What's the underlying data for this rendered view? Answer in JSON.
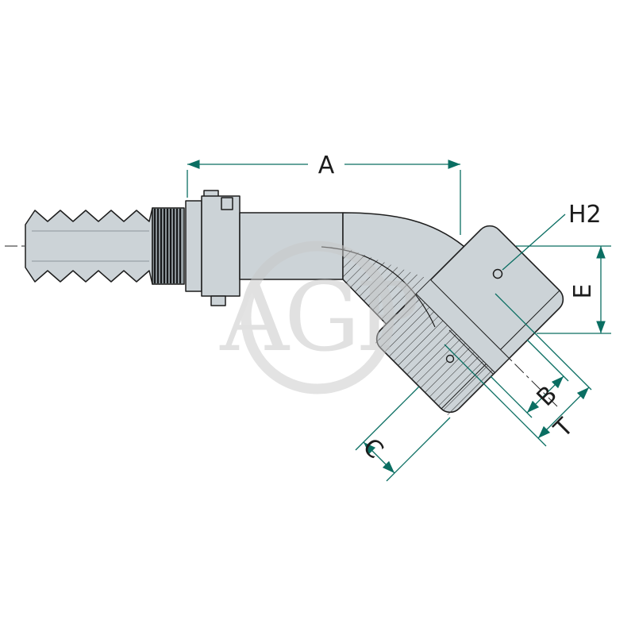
{
  "figure": {
    "type": "technical-drawing",
    "description": "45-degree hydraulic hose fitting with barbed hose shank, threaded collar and sectioned swivel nut, annotated with catalog dimensions",
    "labels": {
      "a": "A",
      "h2": "H2",
      "e": "E",
      "b": "B",
      "c": "C",
      "t": "T"
    },
    "watermark": "AGP",
    "colors": {
      "background": "#ffffff",
      "outline": "#1d1d1d",
      "body_fill": "#ccd3d7",
      "thread_fill": "#97a1a5",
      "dimension_line": "#0a6e62",
      "label_text": "#1c1c1c",
      "watermark": "#c6c6c6"
    }
  }
}
